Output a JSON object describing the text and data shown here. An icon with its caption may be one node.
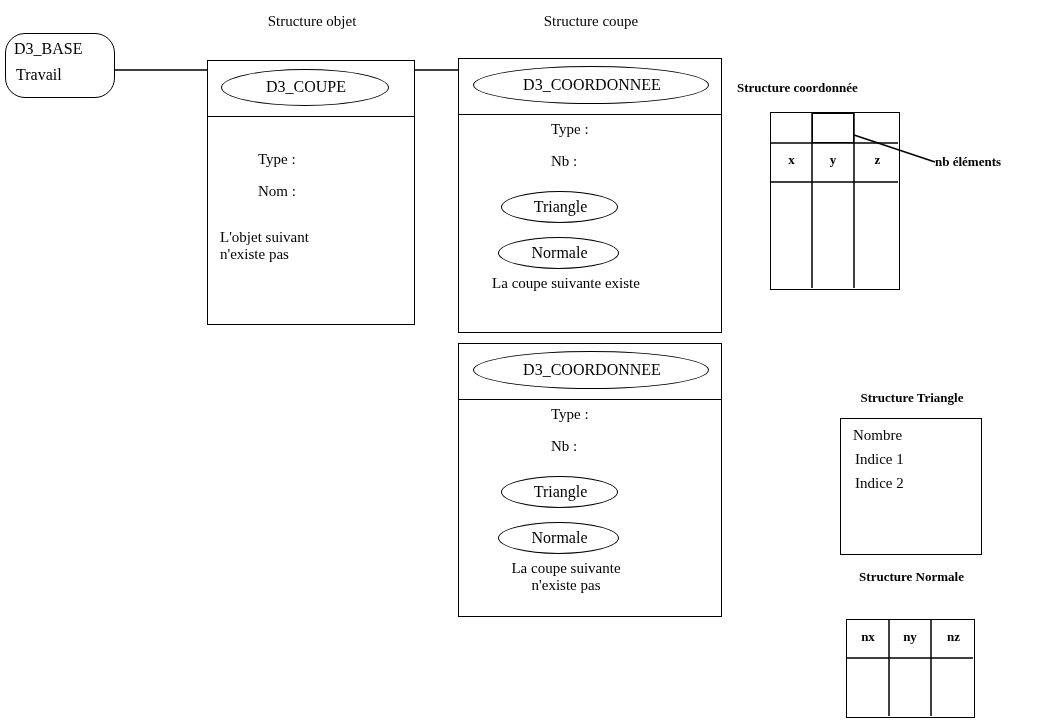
{
  "diagram": {
    "nodes": [
      {
        "text": [
          "D3_BASE",
          "Travail"
        ]
      },
      {
        "text": [
          "Structure objet",
          "Type :",
          "Nom :",
          "L'objet suivant n'existe pas"
        ]
      },
      {
        "text": [
          "D3_COUPE"
        ],
        "in": 1
      },
      {
        "text": [
          "Structure coupe",
          "Type :",
          "Nb :",
          "La coupe suivante existe"
        ]
      },
      {
        "text": [
          "D3_COORDONNEE"
        ],
        "in": 3
      },
      {
        "text": [
          "Triangle"
        ],
        "in": 3
      },
      {
        "text": [
          "Normale"
        ],
        "in": 3
      },
      {
        "text": [
          "Type :",
          "Nb :",
          "La coupe suivante n'existe pas"
        ]
      },
      {
        "text": [
          "D3_COORDONNEE"
        ],
        "in": 7
      },
      {
        "text": [
          "Triangle"
        ],
        "in": 7
      },
      {
        "text": [
          "Normale"
        ],
        "in": 7
      },
      {
        "text": [
          "Structure coordonnée",
          "x",
          "y",
          "z"
        ]
      },
      {
        "text": [
          "nb éléments"
        ]
      },
      {
        "text": [],
        "shape": "box",
        "in": 11
      },
      {
        "text": [
          "Structure Triangle",
          "Nombre",
          "Indice 1",
          "Indice 2"
        ]
      },
      {
        "text": [
          "Structure Normale",
          "nx",
          "ny",
          "nz"
        ]
      }
    ],
    "edges": [
      {
        "from": 0,
        "to": 1,
        "arrow": "none"
      },
      {
        "from": 1,
        "to": 3,
        "arrow": "none"
      },
      {
        "from": 12,
        "to": 13,
        "arrow": "none"
      }
    ]
  }
}
